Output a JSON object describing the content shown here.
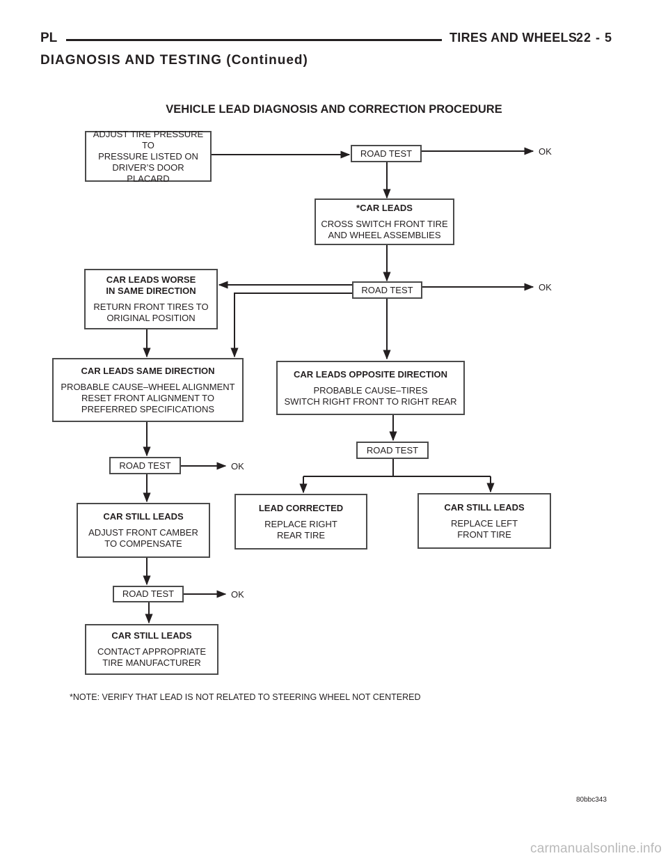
{
  "header": {
    "left": "PL",
    "right": "TIRES AND WHEELS",
    "page": "22 - 5",
    "section": "DIAGNOSIS AND TESTING (Continued)"
  },
  "diagram": {
    "title": "VEHICLE LEAD DIAGNOSIS AND CORRECTION PROCEDURE",
    "adjust_pressure": [
      "ADJUST TIRE PRESSURE TO",
      "PRESSURE LISTED ON",
      "DRIVER’S DOOR PLACARD"
    ],
    "road_test": "ROAD TEST",
    "ok": "OK",
    "car_leads": {
      "heading": "*CAR LEADS",
      "lines": [
        "CROSS SWITCH FRONT TIRE",
        "AND WHEEL ASSEMBLIES"
      ]
    },
    "leads_worse": {
      "heading": [
        "CAR LEADS WORSE",
        "IN SAME DIRECTION"
      ],
      "lines": [
        "RETURN FRONT TIRES TO",
        "ORIGINAL POSITION"
      ]
    },
    "same_direction": {
      "heading": "CAR LEADS SAME DIRECTION",
      "lines": [
        "PROBABLE CAUSE–WHEEL ALIGNMENT",
        "RESET FRONT ALIGNMENT TO",
        "PREFERRED SPECIFICATIONS"
      ]
    },
    "opposite_direction": {
      "heading": "CAR LEADS OPPOSITE DIRECTION",
      "lines": [
        "PROBABLE CAUSE–TIRES",
        "SWITCH RIGHT FRONT TO RIGHT REAR"
      ]
    },
    "still_leads_camber": {
      "heading": "CAR STILL LEADS",
      "lines": [
        "ADJUST FRONT CAMBER",
        "TO COMPENSATE"
      ]
    },
    "lead_corrected": {
      "heading": "LEAD CORRECTED",
      "lines": [
        "REPLACE RIGHT",
        "REAR TIRE"
      ]
    },
    "still_leads_left": {
      "heading": "CAR STILL LEADS",
      "lines": [
        "REPLACE LEFT",
        "FRONT TIRE"
      ]
    },
    "still_leads_manufacturer": {
      "heading": "CAR STILL LEADS",
      "lines": [
        "CONTACT APPROPRIATE",
        "TIRE MANUFACTURER"
      ]
    },
    "note": "*NOTE: VERIFY THAT LEAD IS NOT RELATED TO STEERING WHEEL NOT CENTERED",
    "figure_id": "80bbc343"
  },
  "watermark": "carmanualsonline.info"
}
